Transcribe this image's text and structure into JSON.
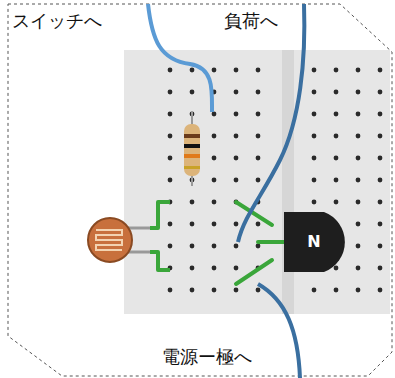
{
  "diagram": {
    "labels": [
      "スイッチへ",
      "負荷へ",
      "電源ー極へ",
      "N"
    ]
  }
}
